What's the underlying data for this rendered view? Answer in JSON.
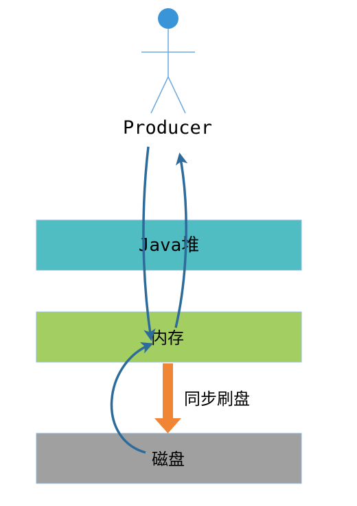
{
  "actor": {
    "label": "Producer"
  },
  "layers": {
    "java_heap": "Java堆",
    "memory": "内存",
    "disk": "磁盘"
  },
  "flush": {
    "label": "同步刷盘"
  },
  "colors": {
    "actor_head": "#3a94d8",
    "actor_body": "#6aa8de",
    "java_heap_fill": "#50bdc2",
    "memory_fill": "#a3cf62",
    "disk_fill": "#a0a0a0",
    "box_stroke": "#8fb8dc",
    "curve_arrow": "#2d6b9a",
    "flush_arrow": "#ef8535"
  }
}
